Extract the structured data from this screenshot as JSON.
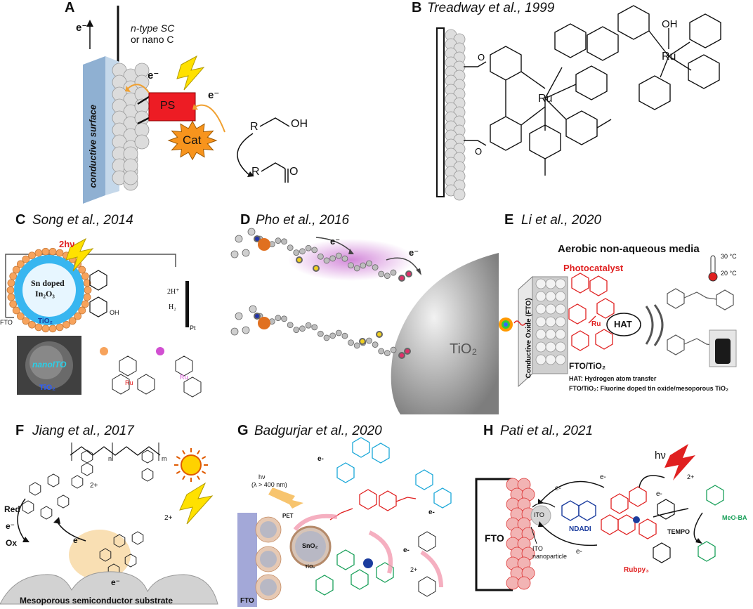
{
  "panels": {
    "a": {
      "label": "A",
      "electron": "e⁻",
      "electron_ps": "e⁻",
      "electron_cat": "e⁻",
      "sc_line1": "n-type SC",
      "sc_line2": "or nano C",
      "surface": "conductive surface",
      "ps": "PS",
      "cat": "Cat",
      "r1": "R",
      "oh": "OH",
      "r2": "R",
      "o": "O"
    },
    "b": {
      "label": "B",
      "cite": "Treadway et al., 1999",
      "oh": "OH",
      "ru": "Ru"
    },
    "c": {
      "label": "C",
      "cite": "Song et al., 2014",
      "hv": "2hν",
      "sn_line1": "Sn doped",
      "sn_line2": "In₂O₃",
      "tio2": "TiO₂",
      "fto": "FTO",
      "pt": "Pt",
      "h_plus": "2H⁺",
      "h2": "H₂",
      "nano_ito": "nanoITO",
      "tio2_tem": "TiO₂",
      "ru": "Ru",
      "oh": "OH"
    },
    "d": {
      "label": "D",
      "cite": "Pho et al., 2016",
      "e1": "e⁻",
      "e2": "e⁻",
      "tio2": "TiO₂"
    },
    "e": {
      "label": "E",
      "cite": "Li et al., 2020",
      "title": "Aerobic non-aqueous media",
      "photocatalyst": "Photocatalyst",
      "t30": "30 °C",
      "t20": "20 °C",
      "fto_label": "Conductive Oxide (FTO)",
      "hat": "HAT",
      "ru": "Ru",
      "fto_tio2": "FTO/TiO₂",
      "note1": "HAT: Hydrogen atom transfer",
      "note2": "FTO/TiO₂: Fluorine doped tin oxide/mesoporous TiO₂"
    },
    "f": {
      "label": "F",
      "cite": "Jiang et al., 2017",
      "red": "Red",
      "e": "e⁻",
      "ox": "Ox",
      "e2": "e⁻",
      "e3": "e⁻",
      "charge1": "2+",
      "charge2": "2+",
      "n": "n",
      "m": "m",
      "substrate": "Mesoporous semiconductor substrate"
    },
    "g": {
      "label": "G",
      "cite": "Badgurjar et al., 2020",
      "hv": "hν",
      "lambda": "(λ > 400 nm)",
      "pet": "PET",
      "e1": "e-",
      "e2": "e-",
      "e3": "e-",
      "sno2": "SnO₂",
      "tio2": "TiO₂",
      "fto": "FTO",
      "charge": "2+"
    },
    "h": {
      "label": "H",
      "cite": "Pati et al., 2021",
      "hv": "hν",
      "fto": "FTO",
      "ito": "ITO",
      "ito_np1": "ITO",
      "ito_np2": "nanoparticle",
      "ndadi": "NDADI",
      "rubpy": "Rubpy₃",
      "tempo": "TEMPO",
      "meoba": "MeO-BA",
      "charge": "2+",
      "e1": "e-",
      "e2": "e-",
      "e3": "e-",
      "e4": "e-"
    }
  },
  "colors": {
    "sphere": "#d9d9d9",
    "surface": "#a7bfd8",
    "ps": "#ed1c24",
    "cat": "#f7941d",
    "bolt": "#ffe100",
    "ito_blue": "#00a5ff",
    "red": "#e02020",
    "green": "#1aa05a",
    "cyan": "#19a7d8",
    "navy": "#1b3c9e"
  }
}
